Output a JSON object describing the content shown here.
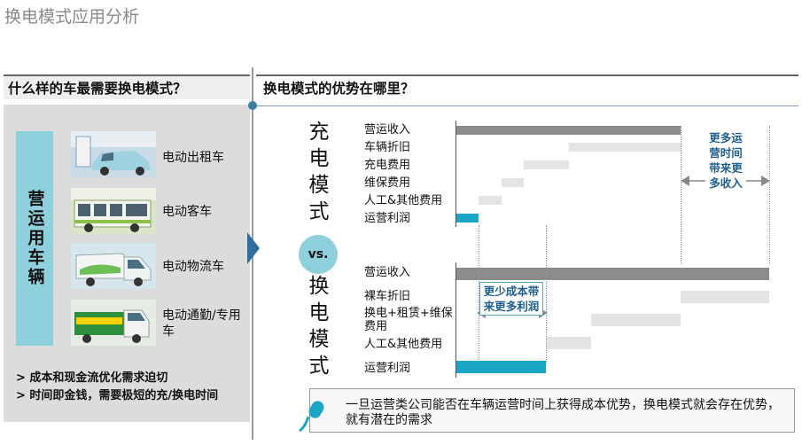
{
  "title": "换电模式应用分析",
  "left_panel": {
    "header": "什么样的车最需要换电模式？",
    "category": "营运用车辆",
    "vehicles": [
      {
        "label": "电动出租车",
        "icon": "taxi-photo"
      },
      {
        "label": "电动客车",
        "icon": "bus-photo"
      },
      {
        "label": "电动物流车",
        "icon": "logistics-van-photo"
      },
      {
        "label": "电动通勤/专用车",
        "icon": "sanitation-truck-photo"
      }
    ],
    "bullets": [
      "> 成本和现金流优化需求迫切",
      "> 时间即金钱，需要极短的充/换电时间"
    ]
  },
  "right_panel": {
    "header": "换电模式的优势在哪里？",
    "vs": "vs.",
    "charging": {
      "title": "充电模式",
      "rows": [
        "营运收入",
        "车辆折旧",
        "充电费用",
        "维保费用",
        "人工&其他费用",
        "运营利润"
      ],
      "note": "更多运营时间带来更多收入"
    },
    "swapping": {
      "title": "换电模式",
      "rows": [
        "营运收入",
        "裸车折旧",
        "换电+租赁+维保费用",
        "人工&其他费用",
        "运营利润"
      ],
      "note": "更少成本带来更多利润"
    },
    "conclusion": "一旦运营类公司能否在车辆运营时间上获得成本优势，换电模式就会存在优势，就有潜在的需求"
  },
  "colors": {
    "teal": "#1aa6c4",
    "light_blue": "#8fd0dd",
    "dark_gray": "#8c8c8c",
    "light_gray": "#e4e4e4",
    "accent_blue": "#2f6f9f"
  }
}
